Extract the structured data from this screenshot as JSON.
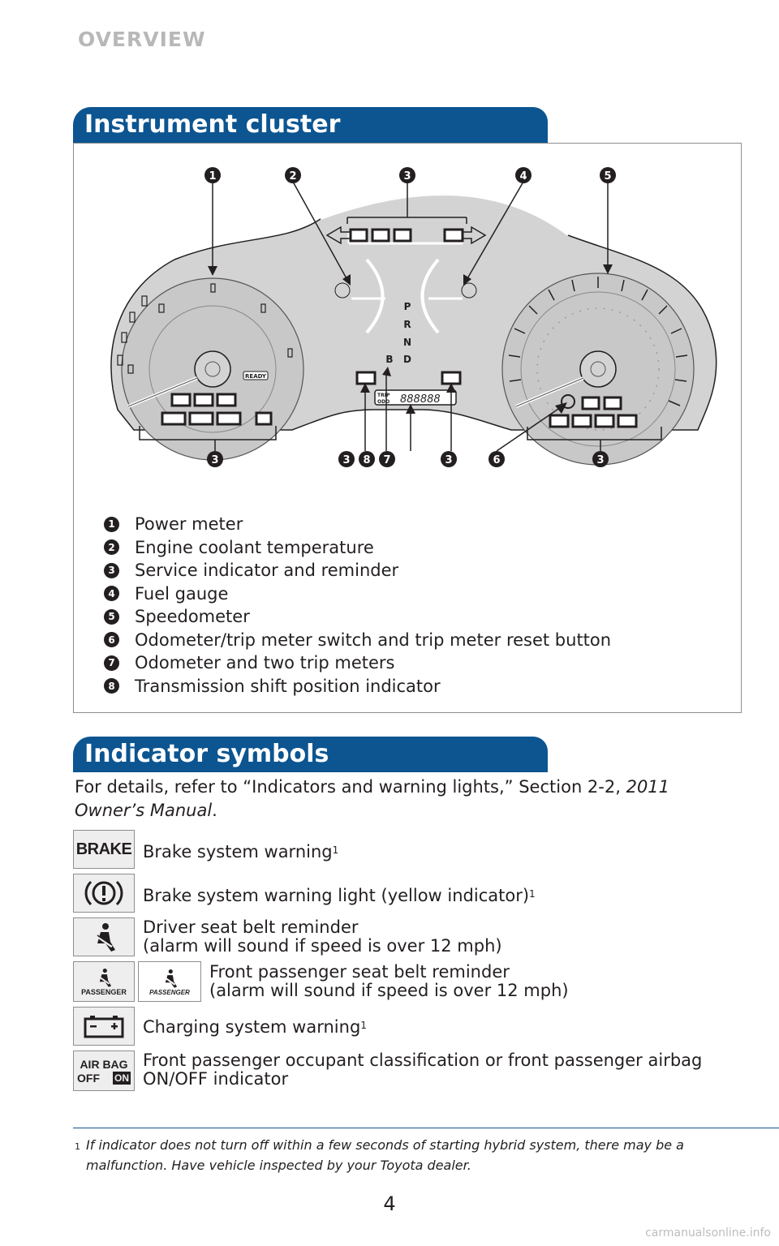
{
  "header": {
    "section": "OVERVIEW"
  },
  "instrument_cluster": {
    "title": "Instrument cluster",
    "gauge": {
      "shift": [
        "P",
        "R",
        "N",
        "B",
        "D"
      ],
      "ready": "READY",
      "trip": "TRIP",
      "odo": "ODO",
      "readout": "888888"
    },
    "callouts": [
      "1",
      "2",
      "3",
      "4",
      "5",
      "3",
      "3",
      "8",
      "7",
      "3",
      "6",
      "3"
    ],
    "legend": [
      {
        "num": "1",
        "label": "Power meter"
      },
      {
        "num": "2",
        "label": "Engine coolant temperature"
      },
      {
        "num": "3",
        "label": "Service indicator and reminder"
      },
      {
        "num": "4",
        "label": "Fuel gauge"
      },
      {
        "num": "5",
        "label": "Speedometer"
      },
      {
        "num": "6",
        "label": "Odometer/trip meter switch and trip meter reset button"
      },
      {
        "num": "7",
        "label": "Odometer and two trip meters"
      },
      {
        "num": "8",
        "label": "Transmission shift position indicator"
      }
    ]
  },
  "indicator_symbols": {
    "title": "Indicator symbols",
    "intro": "For details, refer to “Indicators and warning lights,” Section 2-2, ",
    "intro_italic": "2011 Owner’s Manual",
    "intro_end": ".",
    "icons": {
      "brake": "BRAKE",
      "passenger": "PASSENGER",
      "airbag_1": "AIR BAG",
      "airbag_2": "OFF",
      "airbag_on": "ON"
    },
    "items": [
      {
        "icon": "brake-icon",
        "text": "Brake system warning",
        "sup": "1"
      },
      {
        "icon": "brake-warning-light-icon",
        "text": "Brake system warning light (yellow indicator)",
        "sup": "1"
      },
      {
        "icon": "driver-seatbelt-icon",
        "line1": "Driver seat belt reminder",
        "line2": "(alarm will sound if speed is over 12 mph)"
      },
      {
        "icon": "passenger-seatbelt-icon",
        "line1": "Front passenger seat belt reminder",
        "line2": "(alarm will sound if speed is over 12 mph)"
      },
      {
        "icon": "battery-icon",
        "text": "Charging system warning",
        "sup": "1"
      },
      {
        "icon": "airbag-off-on-icon",
        "line1": "Front passenger occupant classification or front passenger airbag",
        "line2": "ON/OFF indicator"
      }
    ]
  },
  "footnote": {
    "mark": "1",
    "text": "If indicator does not turn off within a few seconds of starting hybrid system, there may be a malfunction. Have vehicle inspected by your Toyota dealer."
  },
  "page_number": "4",
  "watermark": "carmanualsonline.info",
  "colors": {
    "accent": "#0c5591",
    "header_gray": "#b8b8b8",
    "cluster_fill": "#d3d3d3"
  }
}
